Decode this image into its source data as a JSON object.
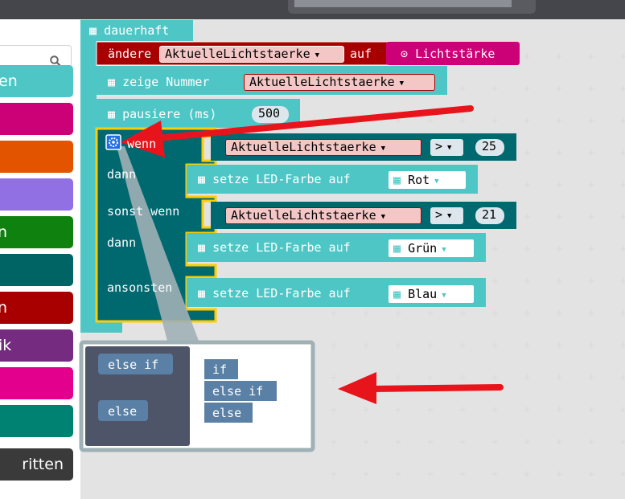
{
  "toolbox": {
    "search_placeholder": "",
    "categories": [
      {
        "label": "en",
        "color": "#4fc6c6"
      },
      {
        "label": "",
        "color": "#cc0077"
      },
      {
        "label": "",
        "color": "#e25400"
      },
      {
        "label": "",
        "color": "#9170e4"
      },
      {
        "label": "n",
        "color": "#0f810f"
      },
      {
        "label": "",
        "color": "#006464"
      },
      {
        "label": "n",
        "color": "#a80000"
      },
      {
        "label": "ik",
        "color": "#742b80"
      },
      {
        "label": "",
        "color": "#e3008c"
      },
      {
        "label": "",
        "color": "#008272"
      }
    ],
    "advanced_label": "ritten"
  },
  "blocks": {
    "forever_label": "dauerhaft",
    "set_label": "ändere",
    "set_var": "AktuelleLichtstaerke",
    "set_to": "auf",
    "light_label": "Lichtstärke",
    "show_number": "zeige Nummer",
    "show_var": "AktuelleLichtstaerke",
    "pause_label": "pausiere (ms)",
    "pause_value": "500",
    "if_label": "wenn",
    "then1": "dann",
    "cond1_var": "AktuelleLichtstaerke",
    "cond1_op": ">",
    "cond1_value": "25",
    "led1_label": "setze LED-Farbe auf",
    "led1_color": "Rot",
    "elseif_label": "sonst wenn",
    "then2": "dann",
    "cond2_var": "AktuelleLichtstaerke",
    "cond2_op": ">",
    "cond2_value": "21",
    "led2_label": "setze LED-Farbe auf",
    "led2_color": "Grün",
    "else_label": "ansonsten",
    "led3_label": "setze LED-Farbe auf",
    "led3_color": "Blau"
  },
  "mutator": {
    "palette_elseif": "else if",
    "palette_else": "else",
    "stack_if": "if",
    "stack_elseif": "else if",
    "stack_else": "else"
  },
  "colors": {
    "basic": "#1e90ff",
    "cyan": "#4fc6c6",
    "logic": "#006970",
    "variables": "#a80000",
    "input": "#cc0077",
    "highlight": "#ffcc00",
    "arrow": "#e8141b"
  }
}
